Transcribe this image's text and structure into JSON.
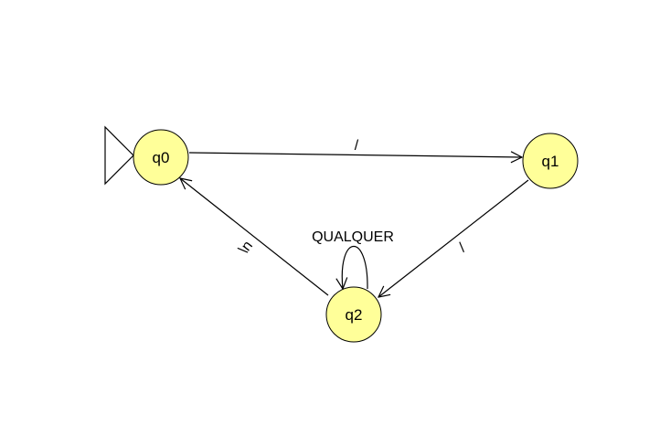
{
  "colors": {
    "state_fill": "#ffff99",
    "stroke": "#000000",
    "background": "#ffffff"
  },
  "states": [
    {
      "id": "q0",
      "label": "q0",
      "initial": true
    },
    {
      "id": "q1",
      "label": "q1",
      "initial": false
    },
    {
      "id": "q2",
      "label": "q2",
      "initial": false
    }
  ],
  "transitions": [
    {
      "from": "q0",
      "to": "q1",
      "label": "/"
    },
    {
      "from": "q1",
      "to": "q2",
      "label": "/"
    },
    {
      "from": "q2",
      "to": "q0",
      "label": "\\n"
    },
    {
      "from": "q2",
      "to": "q2",
      "label": "QUALQUER"
    }
  ]
}
